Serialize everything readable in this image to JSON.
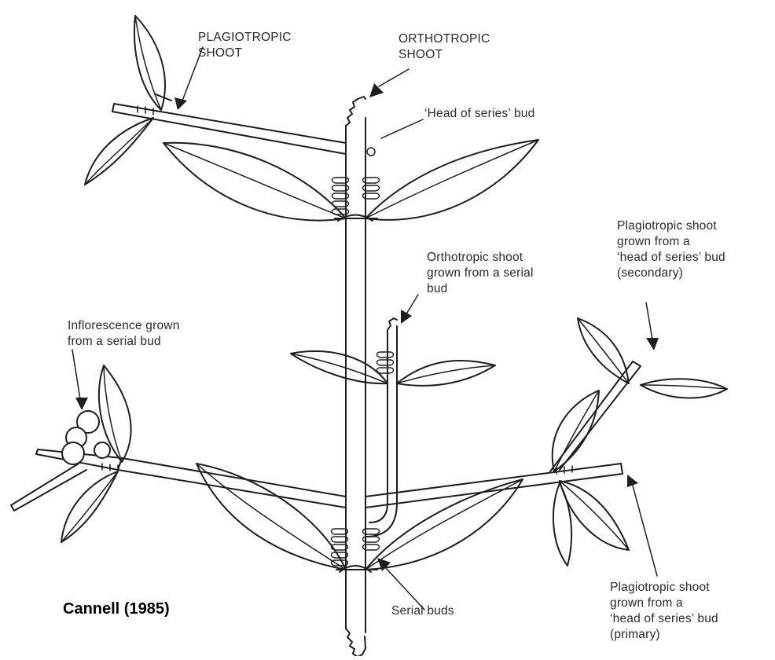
{
  "labels": {
    "plagiotropic_shoot": [
      "PLAGIOTROPIC",
      "SHOOT"
    ],
    "orthotropic_shoot": [
      "ORTHOTROPIC",
      "SHOOT"
    ],
    "head_of_series_bud": "‘Head of series’ bud",
    "orthotropic_from_serial": [
      "Orthotropic shoot",
      "grown from a serial",
      "bud"
    ],
    "inflorescence": [
      "Inflorescence grown",
      "from a serial bud"
    ],
    "plagio_secondary": [
      "Plagiotropic shoot",
      "grown from a",
      "‘head of series’ bud",
      "(secondary)"
    ],
    "plagio_primary": [
      "Plagiotropic shoot",
      "grown from a",
      "‘head of series’ bud",
      "(primary)"
    ],
    "serial_buds": "Serial buds"
  },
  "credit": "Cannell (1985)"
}
